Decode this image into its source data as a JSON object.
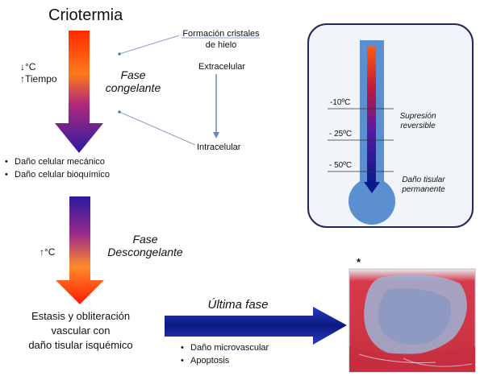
{
  "title": "Criotermia",
  "freeze": {
    "indicator_temp": "°C",
    "indicator_time": "Tiempo",
    "phase_label": [
      "Fase",
      "congelante"
    ],
    "crystal_title": [
      "Formación cristales",
      "de hielo"
    ],
    "extracellular": "Extracelular",
    "intracellular": "Intracelular",
    "damage": [
      "Daño celular mecánico",
      "Daño celular bioquímico"
    ]
  },
  "thaw": {
    "indicator_temp": "°C",
    "phase_label": [
      "Fase",
      "Descongelante"
    ],
    "outcome": [
      "Estasis y obliteración",
      "vascular con",
      "daño tisular isquémico"
    ]
  },
  "last": {
    "phase_label": "Última fase",
    "damage": [
      "Daño microvascular",
      "Apoptosis"
    ]
  },
  "thermometer": {
    "marks": [
      "-10ºC",
      "- 25ºC",
      "- 50ºC"
    ],
    "note_reversible": [
      "Supresión",
      "reversible"
    ],
    "note_permanent": [
      "Daño tisular",
      "permanente"
    ]
  },
  "micrograph_marker": "*",
  "colors": {
    "arrow_warm": "#ff2200",
    "arrow_mid": "#8a2a8a",
    "arrow_cold": "#2a1aa0",
    "thermo_bulb": "#5b8fd0",
    "thermo_border": "#1e2a55",
    "tissue_red": "#d63a4a",
    "tissue_blue": "#8aa4cc"
  }
}
